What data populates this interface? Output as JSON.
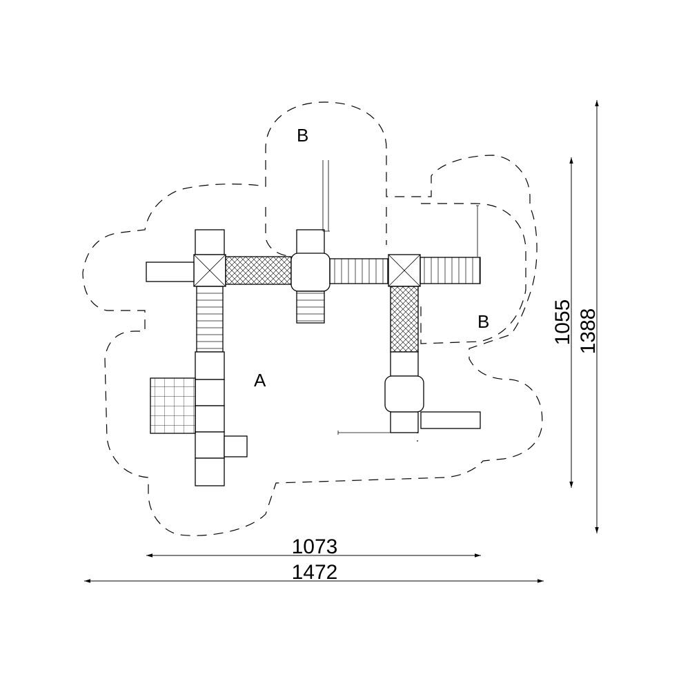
{
  "zones": {
    "a": "A",
    "b_top": "B",
    "b_right": "B"
  },
  "dimensions": {
    "inner_width": "1073",
    "outer_width": "1472",
    "inner_height": "1055",
    "outer_height": "1388"
  }
}
